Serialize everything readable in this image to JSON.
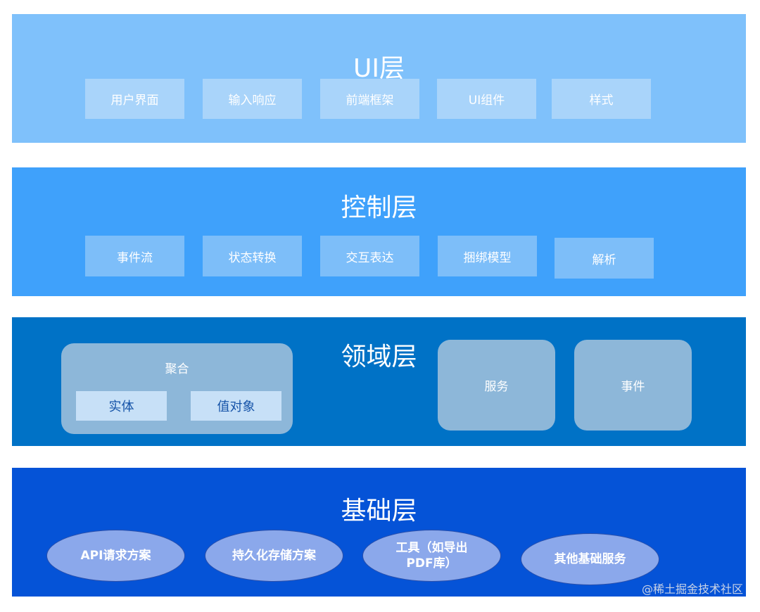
{
  "ui_layer": {
    "title": "UI层",
    "items": [
      "用户界面",
      "输入响应",
      "前端框架",
      "UI组件",
      "样式"
    ]
  },
  "control_layer": {
    "title": "控制层",
    "items": [
      "事件流",
      "状态转换",
      "交互表达",
      "捆绑模型",
      "解析"
    ]
  },
  "domain_layer": {
    "title": "领域层",
    "aggregate": {
      "label": "聚合",
      "items": [
        "实体",
        "值对象"
      ]
    },
    "service": "服务",
    "event": "事件"
  },
  "infra_layer": {
    "title": "基础层",
    "items": [
      "API请求方案",
      "持久化存储方案",
      "工具（如导出\nPDF库）",
      "其他基础服务"
    ]
  },
  "watermark": "@稀土掘金技术社区"
}
